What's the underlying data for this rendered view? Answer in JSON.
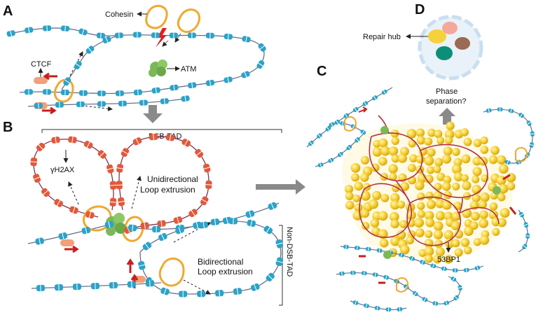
{
  "panels": {
    "a": "A",
    "b": "B",
    "c": "C",
    "d": "D"
  },
  "labels": {
    "cohesin": "Cohesin",
    "ctcf": "CTCF",
    "atm": "ATM",
    "dsb_tad": "DSB-TAD",
    "gamma_h2ax": "γH2AX",
    "unidirectional_1": "Unidirectional",
    "unidirectional_2": "Loop extrusion",
    "bidirectional_1": "Bidirectional",
    "bidirectional_2": "Loop extrusion",
    "non_dsb_tad": "Non-DSB-TAD",
    "repair_hub": "Repair hub",
    "phase_1": "Phase",
    "phase_2": "separation?",
    "bp53": "53BP1"
  },
  "colors": {
    "nucleosome_blue": "#2aa3c9",
    "nucleosome_red": "#e3583a",
    "cohesin_ring": "#f0a830",
    "ctcf": "#f2a07a",
    "atm_green": "#7cb85a",
    "condensate_yellow": "#f6d23a",
    "arrow_red": "#c91d1d",
    "dna_line": "#6b6f8a",
    "cell_blue": "#c9dff0"
  }
}
